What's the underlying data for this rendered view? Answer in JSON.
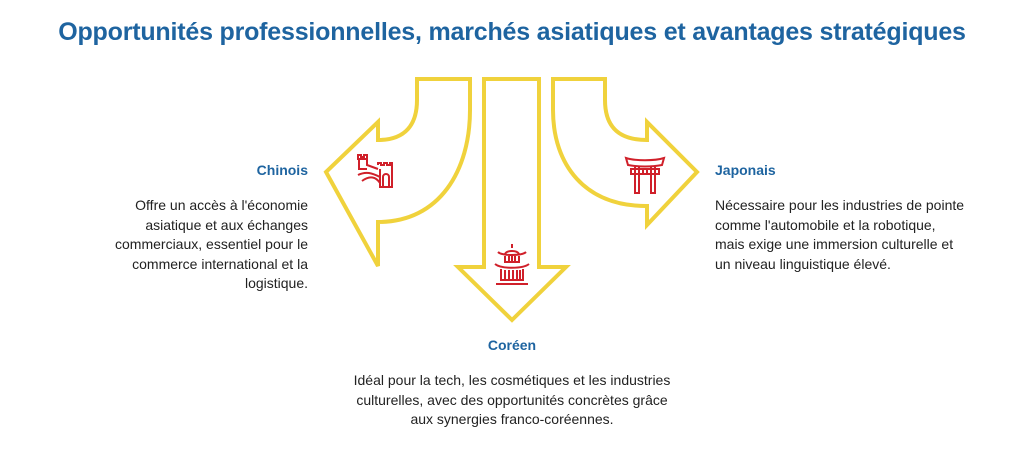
{
  "title": "Opportunités professionnelles, marchés asiatiques et avantages stratégiques",
  "colors": {
    "title": "#1e64a0",
    "label": "#1e64a0",
    "arrow_outline": "#f0d23c",
    "icon": "#d0202a",
    "body_text": "#222222"
  },
  "branches": [
    {
      "id": "chinois",
      "direction": "left",
      "icon": "great-wall-icon",
      "label": "Chinois",
      "description": "Offre un accès à l'économie asiatique et aux échanges commerciaux, essentiel pour le commerce international et la logistique."
    },
    {
      "id": "coreen",
      "direction": "down",
      "icon": "pagoda-icon",
      "label": "Coréen",
      "description": "Idéal pour la tech, les cosmétiques et les industries culturelles, avec des opportunités concrètes grâce aux synergies franco-coréennes."
    },
    {
      "id": "japonais",
      "direction": "right",
      "icon": "torii-gate-icon",
      "label": "Japonais",
      "description": "Nécessaire pour les industries de pointe comme l'automobile et la robotique, mais exige une immersion culturelle et un niveau linguistique élevé."
    }
  ]
}
